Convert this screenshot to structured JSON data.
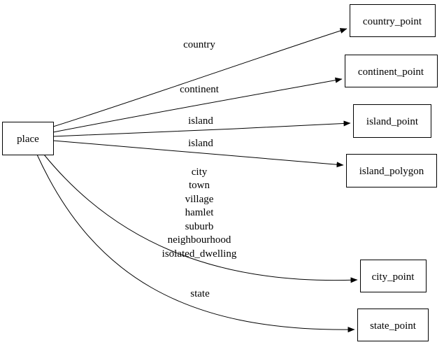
{
  "diagram": {
    "type": "directed-graph",
    "background_color": "#ffffff",
    "line_color": "#000000",
    "text_color": "#000000",
    "nodes": [
      {
        "id": "place",
        "label": "place"
      },
      {
        "id": "country_point",
        "label": "country_point"
      },
      {
        "id": "continent_point",
        "label": "continent_point"
      },
      {
        "id": "island_point",
        "label": "island_point"
      },
      {
        "id": "island_polygon",
        "label": "island_polygon"
      },
      {
        "id": "city_point",
        "label": "city_point"
      },
      {
        "id": "state_point",
        "label": "state_point"
      }
    ],
    "edges": [
      {
        "from": "place",
        "to": "country_point",
        "label": "country"
      },
      {
        "from": "place",
        "to": "continent_point",
        "label": "continent"
      },
      {
        "from": "place",
        "to": "island_point",
        "label": "island"
      },
      {
        "from": "place",
        "to": "island_polygon",
        "label": "island"
      },
      {
        "from": "place",
        "to": "city_point",
        "labels": [
          "city",
          "town",
          "village",
          "hamlet",
          "suburb",
          "neighbourhood",
          "isolated_dwelling"
        ]
      },
      {
        "from": "place",
        "to": "state_point",
        "label": "state"
      }
    ]
  }
}
